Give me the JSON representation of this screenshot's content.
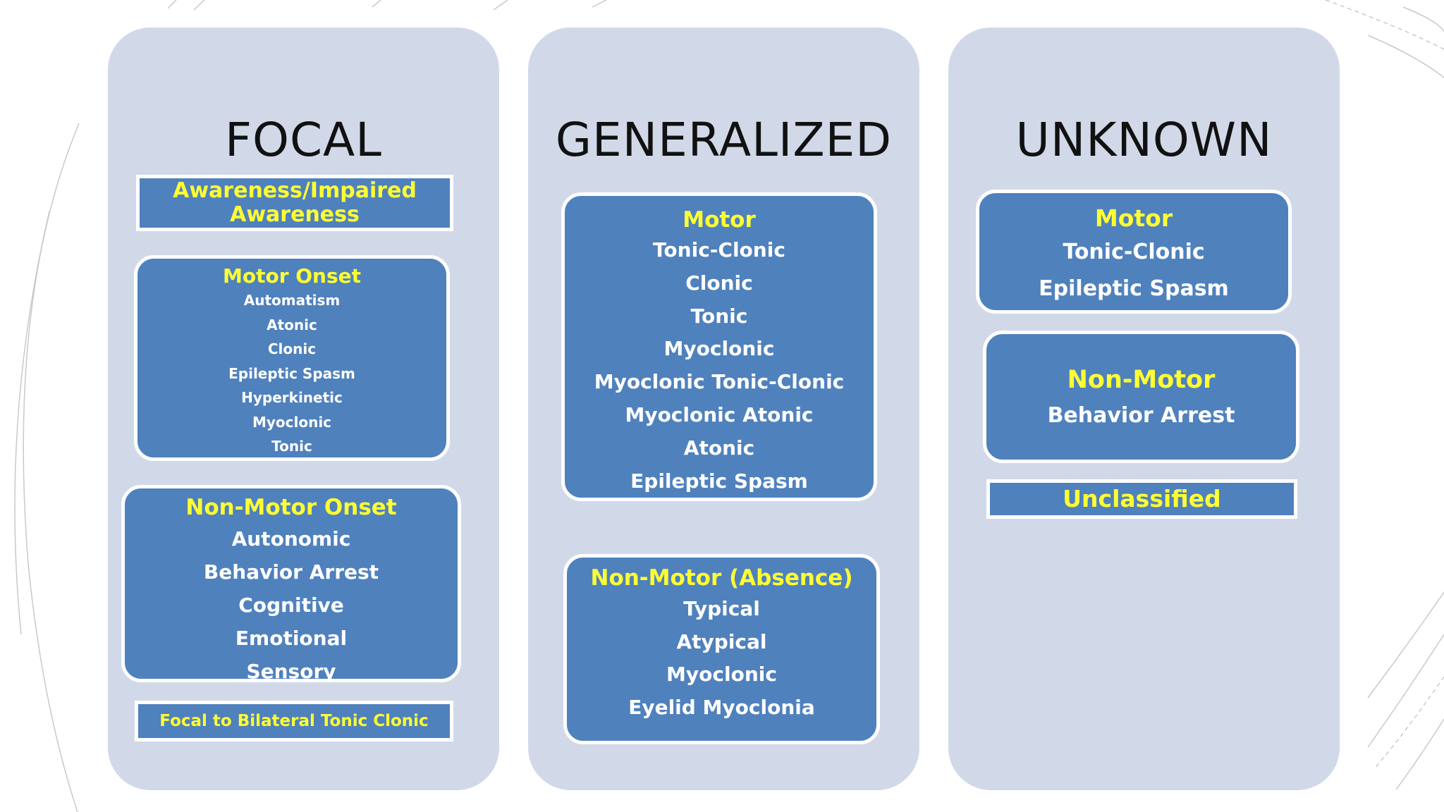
{
  "columns": {
    "focal": {
      "title": "FOCAL",
      "awareness": "Awareness/Impaired Awareness",
      "motor": {
        "title": "Motor Onset",
        "items": [
          "Automatism",
          "Atonic",
          "Clonic",
          "Epileptic Spasm",
          "Hyperkinetic",
          "Myoclonic",
          "Tonic"
        ]
      },
      "non_motor": {
        "title": "Non-Motor Onset",
        "items": [
          "Autonomic",
          "Behavior Arrest",
          "Cognitive",
          "Emotional",
          "Sensory"
        ]
      },
      "bilateral": "Focal to Bilateral Tonic Clonic"
    },
    "generalized": {
      "title": "GENERALIZED",
      "motor": {
        "title": "Motor",
        "items": [
          "Tonic-Clonic",
          "Clonic",
          "Tonic",
          "Myoclonic",
          "Myoclonic Tonic-Clonic",
          "Myoclonic Atonic",
          "Atonic",
          "Epileptic Spasm"
        ]
      },
      "non_motor": {
        "title": "Non-Motor (Absence)",
        "items": [
          "Typical",
          "Atypical",
          "Myoclonic",
          "Eyelid Myoclonia"
        ]
      }
    },
    "unknown": {
      "title": "UNKNOWN",
      "motor": {
        "title": "Motor",
        "items": [
          "Tonic-Clonic",
          "Epileptic Spasm"
        ]
      },
      "non_motor": {
        "title": "Non-Motor",
        "items": [
          "Behavior Arrest"
        ]
      },
      "unclassified": "Unclassified"
    }
  },
  "colors": {
    "column_bg": "#d1d9e9",
    "box_fill": "#4f81bd",
    "heading_text": "#ffff33",
    "item_text": "#ffffff"
  }
}
